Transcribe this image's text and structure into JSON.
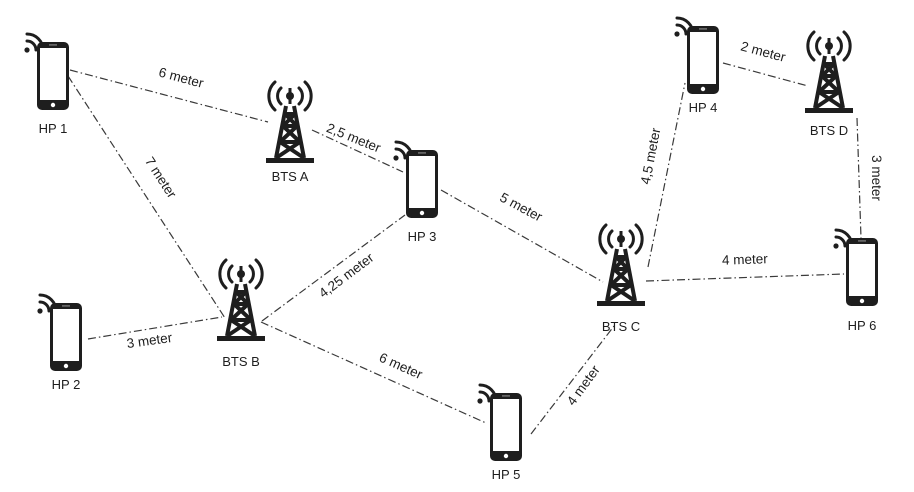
{
  "nodes": [
    {
      "id": "hp1",
      "kind": "phone",
      "label": "HP 1"
    },
    {
      "id": "hp2",
      "kind": "phone",
      "label": "HP 2"
    },
    {
      "id": "hp3",
      "kind": "phone",
      "label": "HP 3"
    },
    {
      "id": "hp4",
      "kind": "phone",
      "label": "HP 4"
    },
    {
      "id": "hp5",
      "kind": "phone",
      "label": "HP 5"
    },
    {
      "id": "hp6",
      "kind": "phone",
      "label": "HP 6"
    },
    {
      "id": "btsa",
      "kind": "tower",
      "label": "BTS A"
    },
    {
      "id": "btsb",
      "kind": "tower",
      "label": "BTS B"
    },
    {
      "id": "btsc",
      "kind": "tower",
      "label": "BTS C"
    },
    {
      "id": "btsd",
      "kind": "tower",
      "label": "BTS D"
    }
  ],
  "edges": [
    {
      "id": "hp1-btsa",
      "from": "hp1",
      "to": "btsa",
      "label": "6 meter"
    },
    {
      "id": "hp1-btsb",
      "from": "hp1",
      "to": "btsb",
      "label": "7 meter"
    },
    {
      "id": "btsa-hp3",
      "from": "btsa",
      "to": "hp3",
      "label": "2,5 meter"
    },
    {
      "id": "hp2-btsb",
      "from": "hp2",
      "to": "btsb",
      "label": "3 meter"
    },
    {
      "id": "btsb-hp3",
      "from": "btsb",
      "to": "hp3",
      "label": "4,25 meter"
    },
    {
      "id": "btsb-hp5",
      "from": "btsb",
      "to": "hp5",
      "label": "6 meter"
    },
    {
      "id": "hp3-btsc",
      "from": "hp3",
      "to": "btsc",
      "label": "5 meter"
    },
    {
      "id": "btsc-hp4",
      "from": "btsc",
      "to": "hp4",
      "label": "4,5 meter"
    },
    {
      "id": "btsc-hp6",
      "from": "btsc",
      "to": "hp6",
      "label": "4 meter"
    },
    {
      "id": "hp5-btsc",
      "from": "hp5",
      "to": "btsc",
      "label": "4 meter"
    },
    {
      "id": "hp4-btsd",
      "from": "hp4",
      "to": "btsd",
      "label": "2 meter"
    },
    {
      "id": "btsd-hp6",
      "from": "btsd",
      "to": "hp6",
      "label": "3 meter"
    }
  ]
}
